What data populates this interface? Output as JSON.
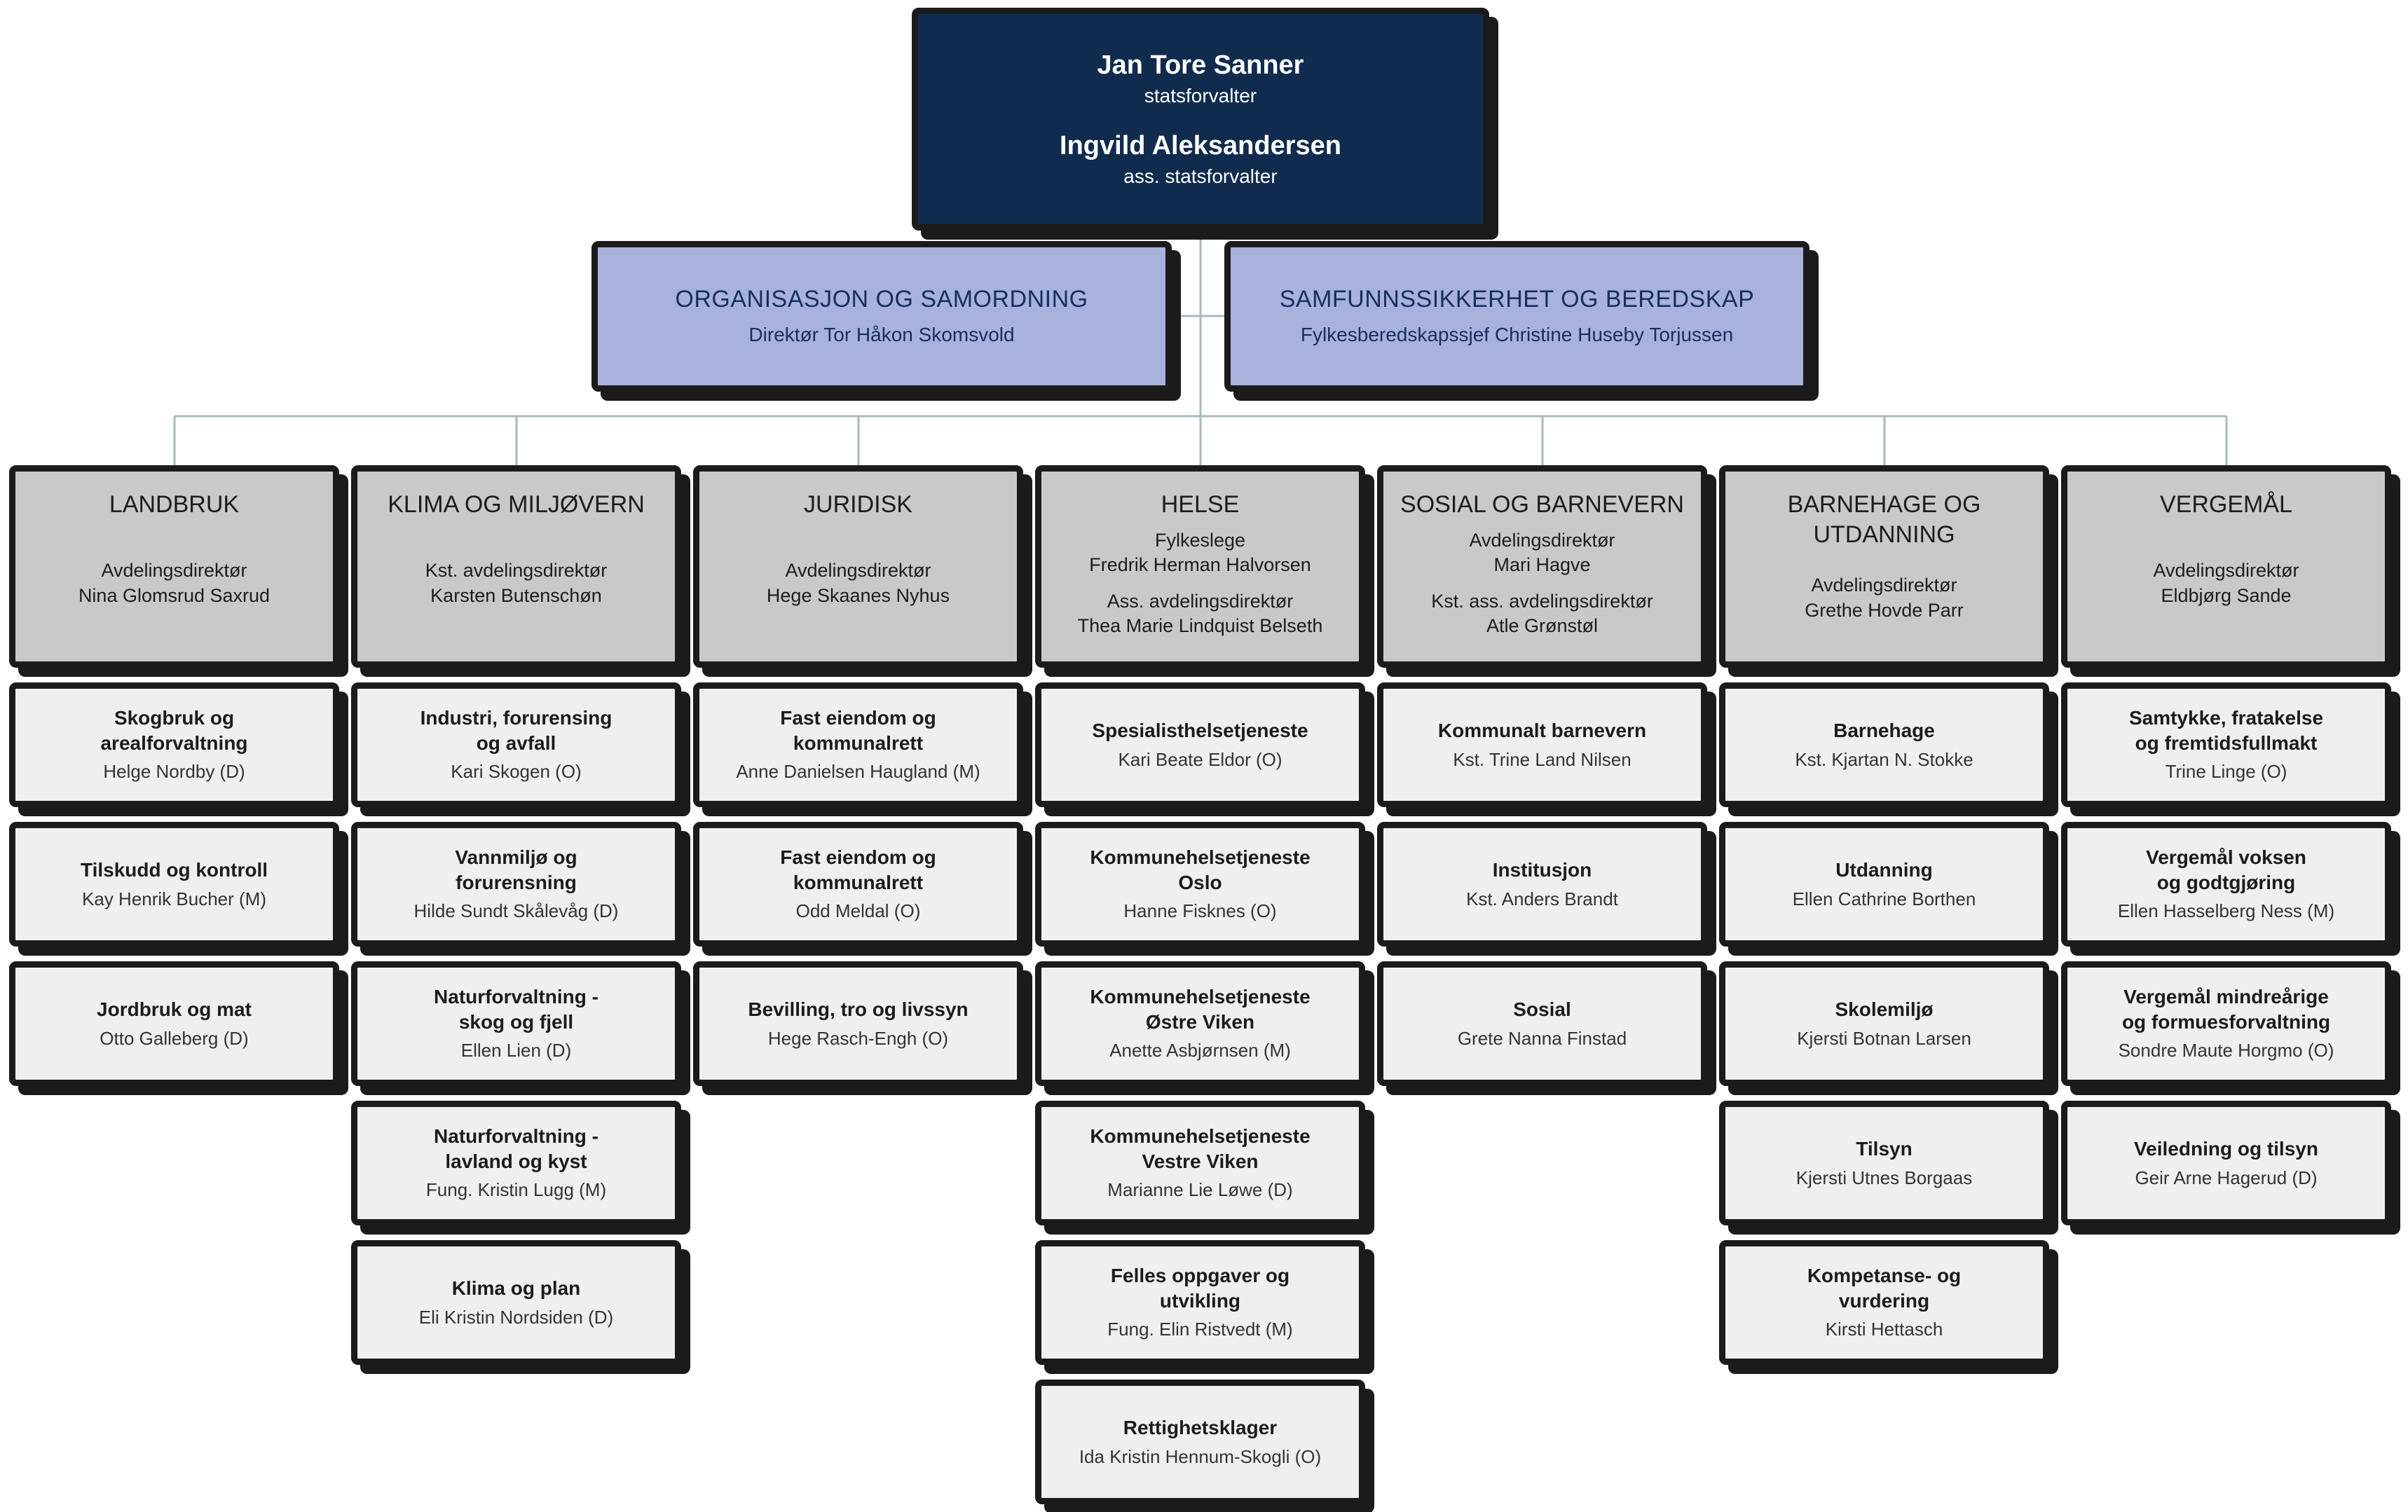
{
  "colors": {
    "background": "#ffffff",
    "top_box": "#112b4e",
    "top_text": "#ffffff",
    "staff_box": "#a9b1dd",
    "staff_text": "#16305c",
    "dept_header": "#c9c9c9",
    "unit_box": "#f0efee",
    "border": "#1b1b1b",
    "connector": "#a7b8c0"
  },
  "top": {
    "leader_name": "Jan Tore Sanner",
    "leader_title": "statsforvalter",
    "deputy_name": "Ingvild Aleksandersen",
    "deputy_title": "ass. statsforvalter"
  },
  "staff": [
    {
      "title": "ORGANISASJON OG SAMORDNING",
      "person": "Direktør Tor Håkon Skomsvold"
    },
    {
      "title": "SAMFUNNSSIKKERHET OG BEREDSKAP",
      "person": "Fylkesberedskapssjef Christine Huseby Torjussen"
    }
  ],
  "departments": [
    {
      "title": "LANDBRUK",
      "leader": "Avdelingsdirektør\nNina Glomsrud Saxrud",
      "units": [
        {
          "name": "Skogbruk og\narealforvaltning",
          "person": "Helge Nordby (D)"
        },
        {
          "name": "Tilskudd og kontroll",
          "person": "Kay Henrik Bucher (M)"
        },
        {
          "name": "Jordbruk og mat",
          "person": "Otto Galleberg (D)"
        }
      ]
    },
    {
      "title": "KLIMA OG MILJØVERN",
      "leader": "Kst. avdelingsdirektør\nKarsten Butenschøn",
      "units": [
        {
          "name": "Industri, forurensing\nog avfall",
          "person": "Kari Skogen (O)"
        },
        {
          "name": "Vannmiljø og\nforurensning",
          "person": "Hilde Sundt Skålevåg (D)"
        },
        {
          "name": "Naturforvaltning -\nskog og fjell",
          "person": "Ellen Lien (D)"
        },
        {
          "name": "Naturforvaltning -\nlavland og kyst",
          "person": "Fung. Kristin Lugg (M)"
        },
        {
          "name": "Klima og plan",
          "person": "Eli Kristin Nordsiden (D)"
        }
      ]
    },
    {
      "title": "JURIDISK",
      "leader": "Avdelingsdirektør\nHege Skaanes Nyhus",
      "units": [
        {
          "name": "Fast eiendom og\nkommunalrett",
          "person": "Anne Danielsen Haugland (M)"
        },
        {
          "name": "Fast eiendom og\nkommunalrett",
          "person": "Odd Meldal (O)"
        },
        {
          "name": "Bevilling, tro og livssyn",
          "person": "Hege Rasch-Engh (O)"
        }
      ]
    },
    {
      "title": "HELSE",
      "leader": "Fylkeslege\nFredrik Herman Halvorsen",
      "leader2": "Ass. avdelingsdirektør\nThea Marie Lindquist Belseth",
      "units": [
        {
          "name": "Spesialisthelsetjeneste",
          "person": "Kari Beate Eldor (O)"
        },
        {
          "name": "Kommunehelsetjeneste\nOslo",
          "person": "Hanne Fisknes (O)"
        },
        {
          "name": "Kommunehelsetjeneste\nØstre Viken",
          "person": "Anette Asbjørnsen (M)"
        },
        {
          "name": "Kommunehelsetjeneste\nVestre Viken",
          "person": "Marianne Lie Løwe (D)"
        },
        {
          "name": "Felles oppgaver og\nutvikling",
          "person": "Fung. Elin Ristvedt (M)"
        },
        {
          "name": "Rettighetsklager",
          "person": "Ida Kristin Hennum-Skogli (O)"
        }
      ]
    },
    {
      "title": "SOSIAL OG BARNEVERN",
      "leader": "Avdelingsdirektør\nMari Hagve",
      "leader2": "Kst. ass. avdelingsdirektør\nAtle Grønstøl",
      "units": [
        {
          "name": "Kommunalt barnevern",
          "person": "Kst. Trine Land Nilsen"
        },
        {
          "name": "Institusjon",
          "person": "Kst. Anders Brandt"
        },
        {
          "name": "Sosial",
          "person": "Grete Nanna Finstad"
        }
      ]
    },
    {
      "title": "BARNEHAGE OG UTDANNING",
      "leader": "Avdelingsdirektør\nGrethe Hovde Parr",
      "units": [
        {
          "name": "Barnehage",
          "person": "Kst. Kjartan N. Stokke"
        },
        {
          "name": "Utdanning",
          "person": "Ellen Cathrine Borthen"
        },
        {
          "name": "Skolemiljø",
          "person": "Kjersti Botnan Larsen"
        },
        {
          "name": "Tilsyn",
          "person": "Kjersti Utnes Borgaas"
        },
        {
          "name": "Kompetanse- og\nvurdering",
          "person": "Kirsti Hettasch"
        }
      ]
    },
    {
      "title": "VERGEMÅL",
      "leader": "Avdelingsdirektør\nEldbjørg Sande",
      "units": [
        {
          "name": "Samtykke, fratakelse\nog fremtidsfullmakt",
          "person": "Trine Linge (O)"
        },
        {
          "name": "Vergemål voksen\nog godtgjøring",
          "person": "Ellen Hasselberg Ness (M)"
        },
        {
          "name": "Vergemål mindreårige\nog formuesforvaltning",
          "person": "Sondre Maute Horgmo (O)"
        },
        {
          "name": "Veiledning og tilsyn",
          "person": "Geir Arne Hagerud (D)"
        }
      ]
    }
  ]
}
